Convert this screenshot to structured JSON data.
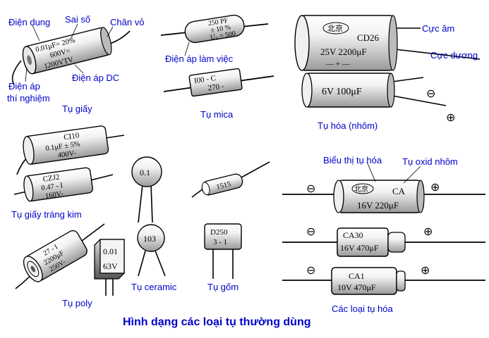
{
  "labels": {
    "dien_dung": "Điện dung",
    "sai_so": "Sai số",
    "chan_vo": "Chân vỏ",
    "dien_ap_thi_nghiem_1": "Điện áp",
    "dien_ap_thi_nghiem_2": "thí nghiệm",
    "dien_ap_dc": "Điện áp DC",
    "tu_giay": "Tụ giấy",
    "dien_ap_lam_viec": "Điện áp làm việc",
    "tu_mica": "Tụ mica",
    "cuc_am": "Cực âm",
    "cuc_duong": "Cực dương",
    "tu_hoa_nhom": "Tụ hóa  (nhôm)",
    "tu_giay_trang_kim": "Tụ giấy tráng kim",
    "bieu_thi_tu_hoa": "Biểu thị tụ hóa",
    "tu_oxid_nhom": "Tụ oxid nhôm",
    "tu_poly": "Tụ poly",
    "tu_ceramic": "Tụ ceramic",
    "tu_gom": "Tụ gốm",
    "cac_loai_tu_hoa": "Các loại tụ hóa",
    "title": "Hình dạng các loại tụ thường dùng"
  },
  "markings": {
    "paper_cap_1": "0.01μF= 20%",
    "paper_cap_2": "600V=",
    "paper_cap_3": "1200VTV",
    "mica1_1": "250 PF",
    "mica1_2": "± 10 %",
    "mica1_3": "U₀ = 500",
    "mica2_1": "I00 - C",
    "mica2_2": "270 -",
    "electro_big_brand": "北京",
    "electro_big_model": "CD26",
    "electro_big_value": "25V 2200μF",
    "electro_big_polarity": "— + —",
    "electro_small_value": "6V 100μF",
    "ci10_1": "CI10",
    "ci10_2": "0.1μF ± 5%",
    "ci10_3": "400V-",
    "czj2_1": "CZJ2",
    "czj2_2": "0.47 - I",
    "czj2_3": "160V-",
    "ceramic_disc_top": "0.1",
    "gom_small": "1515",
    "poly_rolled_1": "27 - I",
    "poly_rolled_2": "2200μF",
    "poly_rolled_3": "250V-",
    "poly_box_1": "0.01",
    "poly_box_2": "63V",
    "ceramic_disc_bottom": "103",
    "gom_tube_1": "D250",
    "gom_tube_2": "3 - 1",
    "ca_brand": "北京",
    "ca_model": "CA",
    "ca_value": "16V 220μF",
    "ca30_model": "CA30",
    "ca30_value": "16V 470μF",
    "ca1_model": "CA1",
    "ca1_value": "10V 470μF"
  },
  "symbols": {
    "minus": "⊖",
    "plus": "⊕"
  },
  "icons": [
    "paper-capacitor-icon",
    "mica-capacitor-icon",
    "electrolytic-capacitor-icon",
    "ceramic-capacitor-icon",
    "poly-capacitor-icon"
  ]
}
